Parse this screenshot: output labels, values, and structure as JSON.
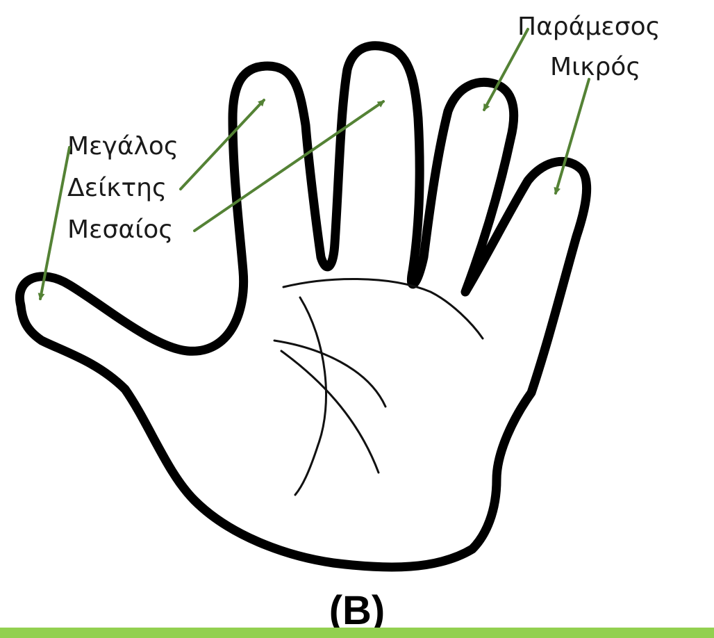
{
  "figure": {
    "caption": "(B)",
    "labels": {
      "thumb": "Μεγάλος",
      "index": "Δείκτης",
      "middle": "Μεσαίος",
      "ring": "Παράμεσος",
      "little": "Μικρός"
    }
  },
  "colors": {
    "arrow": "#548235",
    "bottom_bar": "#92d050",
    "outline": "#000000"
  }
}
